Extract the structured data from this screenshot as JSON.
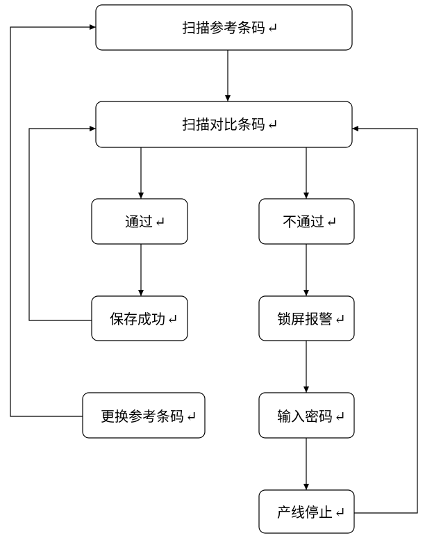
{
  "nodes": {
    "scan_reference": {
      "label": "扫描参考条码"
    },
    "scan_compare": {
      "label": "扫描对比条码"
    },
    "pass": {
      "label": "通过"
    },
    "fail": {
      "label": "不通过"
    },
    "save_success": {
      "label": "保存成功"
    },
    "lock_alarm": {
      "label": "锁屏报警"
    },
    "replace_reference": {
      "label": "更换参考条码"
    },
    "enter_password": {
      "label": "输入密码"
    },
    "line_stop": {
      "label": "产线停止"
    }
  },
  "paragraph_mark": "↵"
}
